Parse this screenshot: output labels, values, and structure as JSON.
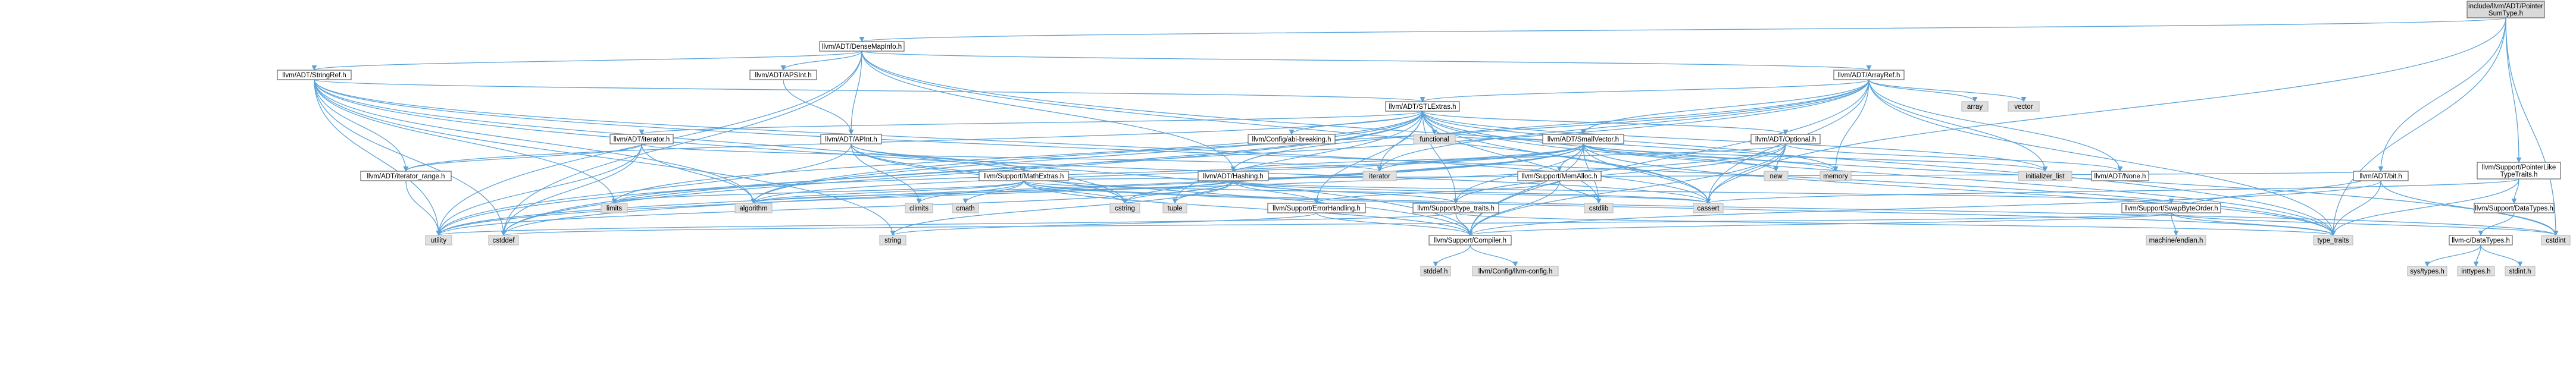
{
  "graph": {
    "nodes": [
      {
        "id": "main",
        "lines": [
          "include/llvm/ADT/Pointer",
          "SumType.h"
        ],
        "kind": "main"
      },
      {
        "id": "densemapinfo",
        "lines": [
          "llvm/ADT/DenseMapInfo.h"
        ],
        "kind": "int"
      },
      {
        "id": "stringref",
        "lines": [
          "llvm/ADT/StringRef.h"
        ],
        "kind": "int"
      },
      {
        "id": "apsint",
        "lines": [
          "llvm/ADT/APSInt.h"
        ],
        "kind": "int"
      },
      {
        "id": "arrayref",
        "lines": [
          "llvm/ADT/ArrayRef.h"
        ],
        "kind": "int"
      },
      {
        "id": "stlextras",
        "lines": [
          "llvm/ADT/STLExtras.h"
        ],
        "kind": "int"
      },
      {
        "id": "iterator",
        "lines": [
          "llvm/ADT/iterator.h"
        ],
        "kind": "int"
      },
      {
        "id": "apint",
        "lines": [
          "llvm/ADT/APInt.h"
        ],
        "kind": "int"
      },
      {
        "id": "abibreaking",
        "lines": [
          "llvm/Config/abi-breaking.h"
        ],
        "kind": "int"
      },
      {
        "id": "functional",
        "lines": [
          "functional"
        ],
        "kind": "ext"
      },
      {
        "id": "smallvector",
        "lines": [
          "llvm/ADT/SmallVector.h"
        ],
        "kind": "int"
      },
      {
        "id": "optional",
        "lines": [
          "llvm/ADT/Optional.h"
        ],
        "kind": "int"
      },
      {
        "id": "array",
        "lines": [
          "array"
        ],
        "kind": "ext"
      },
      {
        "id": "vector",
        "lines": [
          "vector"
        ],
        "kind": "ext"
      },
      {
        "id": "iterator_range",
        "lines": [
          "llvm/ADT/iterator_range.h"
        ],
        "kind": "int"
      },
      {
        "id": "mathextras",
        "lines": [
          "llvm/Support/MathExtras.h"
        ],
        "kind": "int"
      },
      {
        "id": "hashing",
        "lines": [
          "llvm/ADT/Hashing.h"
        ],
        "kind": "int"
      },
      {
        "id": "memalloc",
        "lines": [
          "llvm/Support/MemAlloc.h"
        ],
        "kind": "int"
      },
      {
        "id": "new",
        "lines": [
          "new"
        ],
        "kind": "ext"
      },
      {
        "id": "memory",
        "lines": [
          "memory"
        ],
        "kind": "ext"
      },
      {
        "id": "initializer_list",
        "lines": [
          "initializer_list"
        ],
        "kind": "ext"
      },
      {
        "id": "none",
        "lines": [
          "llvm/ADT/None.h"
        ],
        "kind": "int"
      },
      {
        "id": "bit",
        "lines": [
          "llvm/ADT/bit.h"
        ],
        "kind": "int"
      },
      {
        "id": "pointerlike",
        "lines": [
          "llvm/Support/PointerLike",
          "TypeTraits.h"
        ],
        "kind": "int"
      },
      {
        "id": "iterator_std",
        "lines": [
          "iterator"
        ],
        "kind": "ext"
      },
      {
        "id": "limits",
        "lines": [
          "limits"
        ],
        "kind": "ext"
      },
      {
        "id": "algorithm",
        "lines": [
          "algorithm"
        ],
        "kind": "ext"
      },
      {
        "id": "climits",
        "lines": [
          "climits"
        ],
        "kind": "ext"
      },
      {
        "id": "cmath",
        "lines": [
          "cmath"
        ],
        "kind": "ext"
      },
      {
        "id": "cstring",
        "lines": [
          "cstring"
        ],
        "kind": "ext"
      },
      {
        "id": "tuple",
        "lines": [
          "tuple"
        ],
        "kind": "ext"
      },
      {
        "id": "errorhandling",
        "lines": [
          "llvm/Support/ErrorHandling.h"
        ],
        "kind": "int"
      },
      {
        "id": "typetraits_s",
        "lines": [
          "llvm/Support/type_traits.h"
        ],
        "kind": "int"
      },
      {
        "id": "cstdlib",
        "lines": [
          "cstdlib"
        ],
        "kind": "ext"
      },
      {
        "id": "cassert",
        "lines": [
          "cassert"
        ],
        "kind": "ext"
      },
      {
        "id": "swapbyteorder",
        "lines": [
          "llvm/Support/SwapByteOrder.h"
        ],
        "kind": "int"
      },
      {
        "id": "datatypes_s",
        "lines": [
          "llvm/Support/DataTypes.h"
        ],
        "kind": "int"
      },
      {
        "id": "utility",
        "lines": [
          "utility"
        ],
        "kind": "ext"
      },
      {
        "id": "cstddef",
        "lines": [
          "cstddef"
        ],
        "kind": "ext"
      },
      {
        "id": "string",
        "lines": [
          "string"
        ],
        "kind": "ext"
      },
      {
        "id": "compiler",
        "lines": [
          "llvm/Support/Compiler.h"
        ],
        "kind": "int"
      },
      {
        "id": "machineendian",
        "lines": [
          "machine/endian.h"
        ],
        "kind": "ext"
      },
      {
        "id": "type_traits",
        "lines": [
          "type_traits"
        ],
        "kind": "ext"
      },
      {
        "id": "datatypes_c",
        "lines": [
          "llvm-c/DataTypes.h"
        ],
        "kind": "int"
      },
      {
        "id": "cstdint",
        "lines": [
          "cstdint"
        ],
        "kind": "ext"
      },
      {
        "id": "stddef",
        "lines": [
          "stddef.h"
        ],
        "kind": "ext"
      },
      {
        "id": "llvmconfig",
        "lines": [
          "llvm/Config/llvm-config.h"
        ],
        "kind": "ext"
      },
      {
        "id": "systypes",
        "lines": [
          "sys/types.h"
        ],
        "kind": "ext"
      },
      {
        "id": "inttypes",
        "lines": [
          "inttypes.h"
        ],
        "kind": "ext"
      },
      {
        "id": "stdint",
        "lines": [
          "stdint.h"
        ],
        "kind": "ext"
      }
    ],
    "edges": [
      [
        "main",
        "densemapinfo"
      ],
      [
        "main",
        "bit"
      ],
      [
        "main",
        "pointerlike"
      ],
      [
        "main",
        "cassert"
      ],
      [
        "main",
        "cstdint"
      ],
      [
        "main",
        "type_traits"
      ],
      [
        "densemapinfo",
        "stringref"
      ],
      [
        "densemapinfo",
        "apsint"
      ],
      [
        "densemapinfo",
        "arrayref"
      ],
      [
        "densemapinfo",
        "apint"
      ],
      [
        "densemapinfo",
        "hashing"
      ],
      [
        "densemapinfo",
        "utility"
      ],
      [
        "densemapinfo",
        "cstddef"
      ],
      [
        "densemapinfo",
        "cassert"
      ],
      [
        "densemapinfo",
        "type_traits"
      ],
      [
        "stringref",
        "stlextras"
      ],
      [
        "stringref",
        "iterator_range"
      ],
      [
        "stringref",
        "compiler"
      ],
      [
        "stringref",
        "algorithm"
      ],
      [
        "stringref",
        "cassert"
      ],
      [
        "stringref",
        "cstddef"
      ],
      [
        "stringref",
        "cstring"
      ],
      [
        "stringref",
        "limits"
      ],
      [
        "stringref",
        "string"
      ],
      [
        "stringref",
        "type_traits"
      ],
      [
        "stringref",
        "utility"
      ],
      [
        "apsint",
        "apint"
      ],
      [
        "arrayref",
        "stlextras"
      ],
      [
        "arrayref",
        "smallvector"
      ],
      [
        "arrayref",
        "hashing"
      ],
      [
        "arrayref",
        "none"
      ],
      [
        "arrayref",
        "compiler"
      ],
      [
        "arrayref",
        "algorithm"
      ],
      [
        "arrayref",
        "array"
      ],
      [
        "arrayref",
        "cassert"
      ],
      [
        "arrayref",
        "cstddef"
      ],
      [
        "arrayref",
        "initializer_list"
      ],
      [
        "arrayref",
        "iterator_std"
      ],
      [
        "arrayref",
        "memory"
      ],
      [
        "arrayref",
        "type_traits"
      ],
      [
        "arrayref",
        "vector"
      ],
      [
        "stlextras",
        "abibreaking"
      ],
      [
        "stlextras",
        "functional"
      ],
      [
        "stlextras",
        "optional"
      ],
      [
        "stlextras",
        "iterator"
      ],
      [
        "stlextras",
        "iterator_range"
      ],
      [
        "stlextras",
        "errorhandling"
      ],
      [
        "stlextras",
        "typetraits_s"
      ],
      [
        "stlextras",
        "algorithm"
      ],
      [
        "stlextras",
        "cassert"
      ],
      [
        "stlextras",
        "cstddef"
      ],
      [
        "stlextras",
        "cstdint"
      ],
      [
        "stlextras",
        "cstdlib"
      ],
      [
        "stlextras",
        "initializer_list"
      ],
      [
        "stlextras",
        "iterator_std"
      ],
      [
        "stlextras",
        "limits"
      ],
      [
        "stlextras",
        "memory"
      ],
      [
        "stlextras",
        "tuple"
      ],
      [
        "stlextras",
        "type_traits"
      ],
      [
        "stlextras",
        "utility"
      ],
      [
        "iterator",
        "iterator_range"
      ],
      [
        "iterator",
        "algorithm"
      ],
      [
        "iterator",
        "cstddef"
      ],
      [
        "iterator",
        "iterator_std"
      ],
      [
        "iterator",
        "utility"
      ],
      [
        "apint",
        "mathextras"
      ],
      [
        "apint",
        "compiler"
      ],
      [
        "apint",
        "cassert"
      ],
      [
        "apint",
        "climits"
      ],
      [
        "apint",
        "cstring"
      ],
      [
        "apint",
        "utility"
      ],
      [
        "smallvector",
        "compiler"
      ],
      [
        "smallvector",
        "memalloc"
      ],
      [
        "smallvector",
        "typetraits_s"
      ],
      [
        "smallvector",
        "algorithm"
      ],
      [
        "smallvector",
        "cassert"
      ],
      [
        "smallvector",
        "cstddef"
      ],
      [
        "smallvector",
        "cstdlib"
      ],
      [
        "smallvector",
        "cstring"
      ],
      [
        "smallvector",
        "functional"
      ],
      [
        "smallvector",
        "initializer_list"
      ],
      [
        "smallvector",
        "iterator_std"
      ],
      [
        "smallvector",
        "limits"
      ],
      [
        "smallvector",
        "memory"
      ],
      [
        "smallvector",
        "new"
      ],
      [
        "smallvector",
        "type_traits"
      ],
      [
        "smallvector",
        "utility"
      ],
      [
        "optional",
        "hashing"
      ],
      [
        "optional",
        "none"
      ],
      [
        "optional",
        "stlforwardcompat"
      ],
      [
        "optional",
        "compiler"
      ],
      [
        "optional",
        "typetraits_s"
      ],
      [
        "optional",
        "cassert"
      ],
      [
        "optional",
        "new"
      ],
      [
        "optional",
        "utility"
      ],
      [
        "iterator_range",
        "utility"
      ],
      [
        "mathextras",
        "bit"
      ],
      [
        "mathextras",
        "compiler"
      ],
      [
        "mathextras",
        "algorithm"
      ],
      [
        "mathextras",
        "cassert"
      ],
      [
        "mathextras",
        "climits"
      ],
      [
        "mathextras",
        "cmath"
      ],
      [
        "mathextras",
        "cstdint"
      ],
      [
        "mathextras",
        "cstring"
      ],
      [
        "mathextras",
        "limits"
      ],
      [
        "mathextras",
        "type_traits"
      ],
      [
        "hashing",
        "errorhandling"
      ],
      [
        "hashing",
        "swapbyteorder"
      ],
      [
        "hashing",
        "typetraits_s"
      ],
      [
        "hashing",
        "algorithm"
      ],
      [
        "hashing",
        "cassert"
      ],
      [
        "hashing",
        "cstring"
      ],
      [
        "hashing",
        "string"
      ],
      [
        "hashing",
        "tuple"
      ],
      [
        "hashing",
        "utility"
      ],
      [
        "memalloc",
        "compiler"
      ],
      [
        "memalloc",
        "errorhandling"
      ],
      [
        "memalloc",
        "cstdlib"
      ],
      [
        "bit",
        "compiler"
      ],
      [
        "bit",
        "cstdint"
      ],
      [
        "bit",
        "type_traits"
      ],
      [
        "pointerlike",
        "datatypes_s"
      ],
      [
        "pointerlike",
        "cassert"
      ],
      [
        "pointerlike",
        "type_traits"
      ],
      [
        "errorhandling",
        "compiler"
      ],
      [
        "errorhandling",
        "string"
      ],
      [
        "typetraits_s",
        "compiler"
      ],
      [
        "typetraits_s",
        "type_traits"
      ],
      [
        "typetraits_s",
        "utility"
      ],
      [
        "swapbyteorder",
        "bit"
      ],
      [
        "swapbyteorder",
        "compiler"
      ],
      [
        "swapbyteorder",
        "cstddef"
      ],
      [
        "swapbyteorder",
        "cstdint"
      ],
      [
        "swapbyteorder",
        "type_traits"
      ],
      [
        "swapbyteorder",
        "machineendian"
      ],
      [
        "datatypes_s",
        "datatypes_c"
      ],
      [
        "compiler",
        "llvmconfig"
      ],
      [
        "compiler",
        "stddef"
      ],
      [
        "datatypes_c",
        "systypes"
      ],
      [
        "datatypes_c",
        "inttypes"
      ],
      [
        "datatypes_c",
        "stdint"
      ]
    ]
  }
}
